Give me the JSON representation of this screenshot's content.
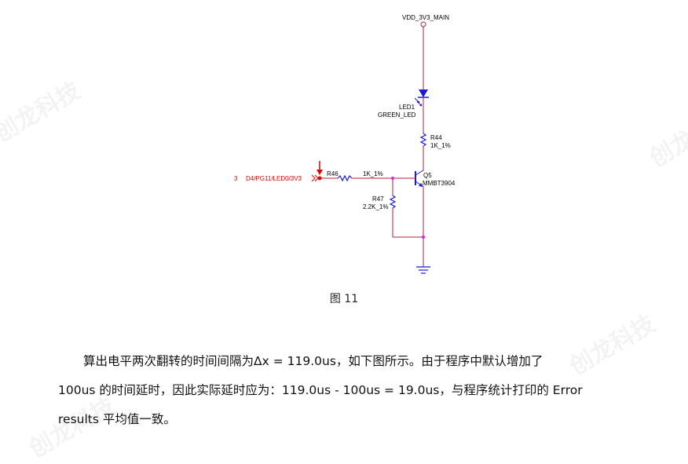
{
  "watermark": "创龙科技",
  "schematic": {
    "power_net": "VDD_3V3_MAIN",
    "led_ref": "LED1",
    "led_value": "GREEN_LED",
    "r44_ref": "R44",
    "r44_value": "1K_1%",
    "q5_ref": "Q5",
    "q5_value": "MMBT3904",
    "r46_ref": "R46",
    "r46_value": "1K_1%",
    "r47_ref": "R47",
    "r47_value": "2.2K_1%",
    "port_pin": "3",
    "port_net": "D4/PG11/LED0/3V3",
    "colors": {
      "wire": "#b3243a",
      "part": "#1a1ad8",
      "node": "#e020e0",
      "net_label": "#e00000"
    }
  },
  "figure_caption": "图 11",
  "paragraph": {
    "line1": "算出电平两次翻转的时间间隔为Δx = 119.0us，如下图所示。由于程序中默认增加了",
    "line2": "100us 的时间延时，因此实际延时应为：119.0us - 100us = 19.0us，与程序统计打印的 Error",
    "line3": "results 平均值一致。"
  }
}
